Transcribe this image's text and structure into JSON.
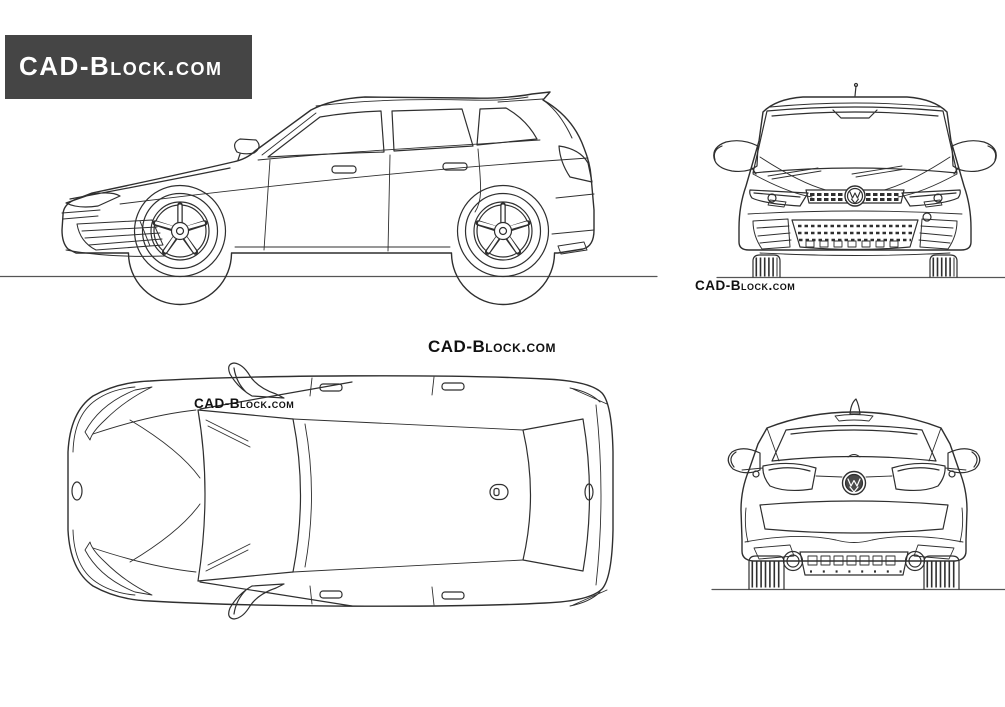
{
  "logo": {
    "text": "CAD-Block.com"
  },
  "watermarks": {
    "front_view": "CAD-Block.com",
    "center": "CAD-Block.com",
    "top_view": "CAD-Block.com"
  },
  "colors": {
    "background": "#ffffff",
    "line": "#2f2f2f",
    "ground": "#555555",
    "logo_bg": "#454545",
    "logo_text": "#ffffff",
    "watermark": "#111111"
  }
}
